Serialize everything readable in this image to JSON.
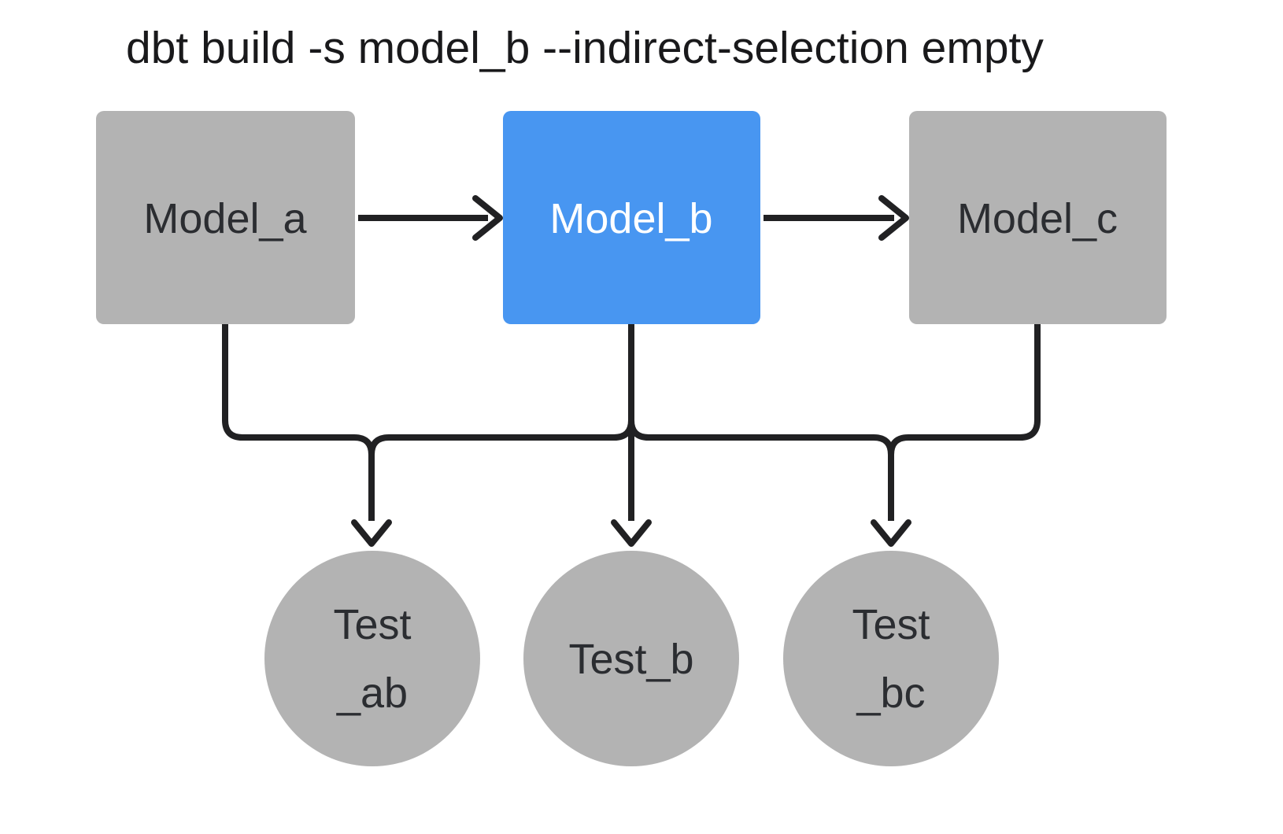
{
  "title": "dbt build -s model_b --indirect-selection empty",
  "colors": {
    "background": "#ffffff",
    "node_gray": "#b3b3b3",
    "node_selected_blue": "#4896f1",
    "edge_black": "#212123",
    "label_dark": "#2b2d31",
    "label_light": "#ffffff",
    "title_color": "#19191b"
  },
  "diagram": {
    "models": [
      {
        "id": "model_a",
        "label": "Model_a",
        "selected": false
      },
      {
        "id": "model_b",
        "label": "Model_b",
        "selected": true
      },
      {
        "id": "model_c",
        "label": "Model_c",
        "selected": false
      }
    ],
    "tests": [
      {
        "id": "test_ab",
        "line1": "Test",
        "line2": "_ab",
        "selected": false
      },
      {
        "id": "test_b",
        "line1": "Test_b",
        "line2": "",
        "selected": false
      },
      {
        "id": "test_bc",
        "line1": "Test",
        "line2": "_bc",
        "selected": false
      }
    ],
    "edges": [
      {
        "from": "model_a",
        "to": "model_b"
      },
      {
        "from": "model_b",
        "to": "model_c"
      },
      {
        "from": "model_a",
        "to": "test_ab"
      },
      {
        "from": "model_b",
        "to": "test_ab"
      },
      {
        "from": "model_b",
        "to": "test_b"
      },
      {
        "from": "model_b",
        "to": "test_bc"
      },
      {
        "from": "model_c",
        "to": "test_bc"
      }
    ]
  }
}
